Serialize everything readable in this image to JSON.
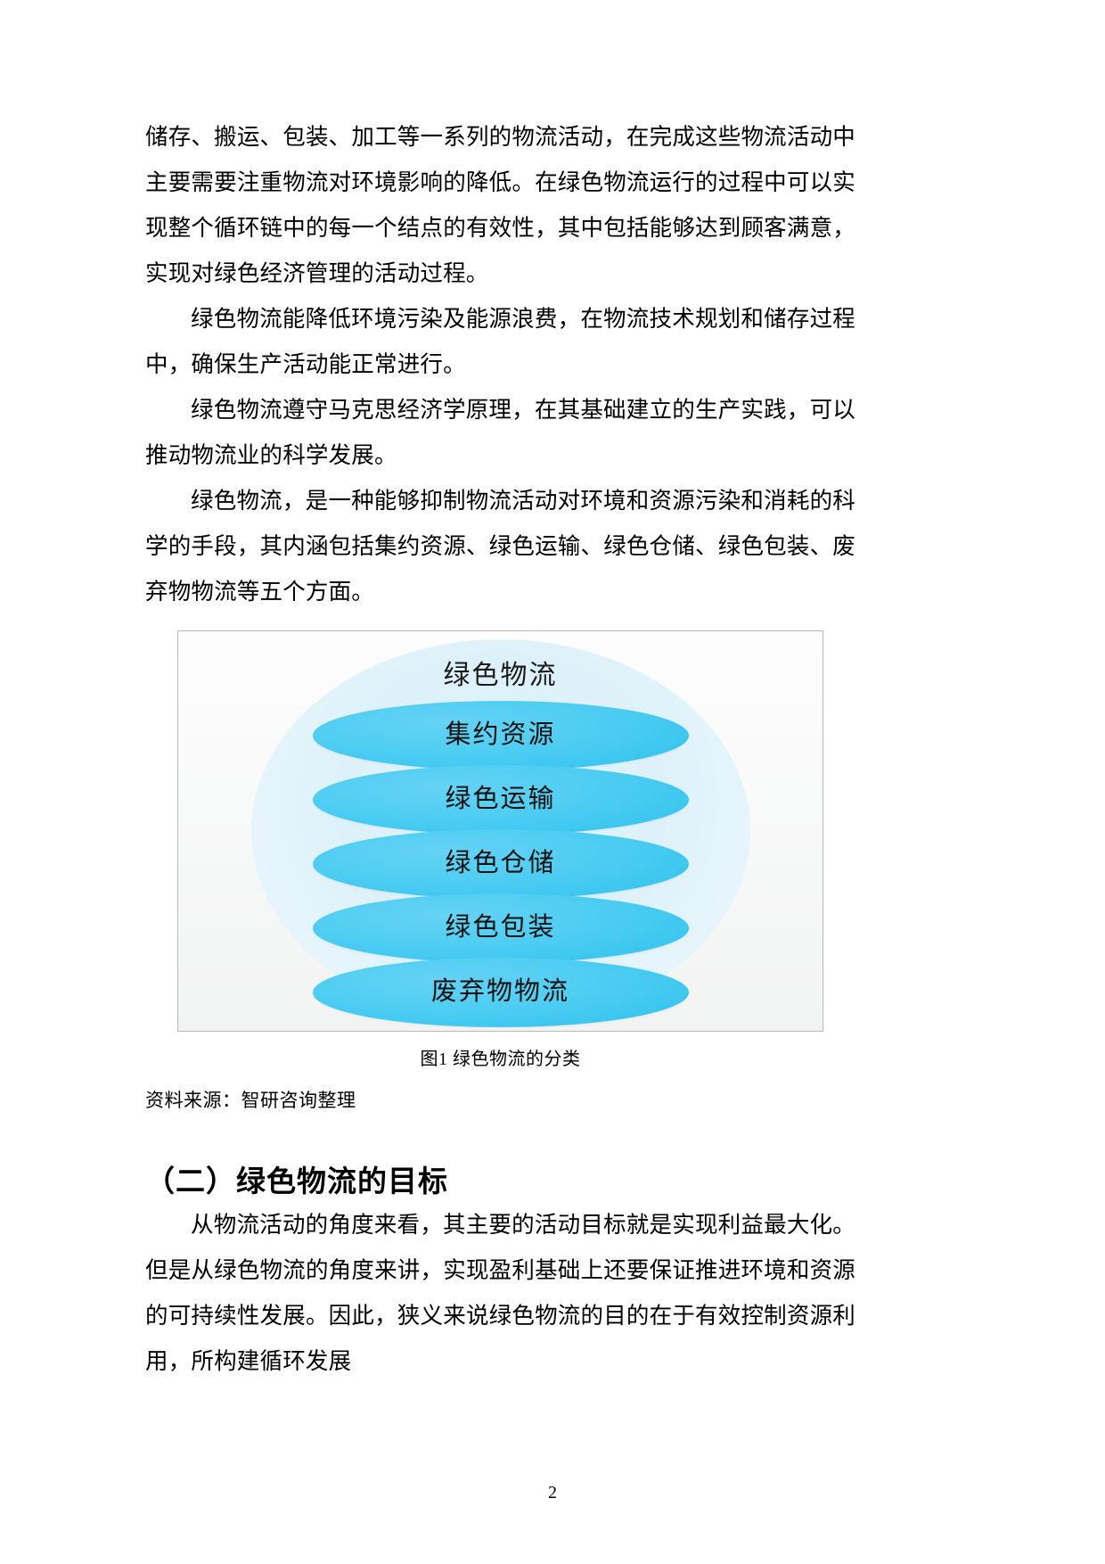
{
  "document": {
    "page_number": "2",
    "paragraphs": [
      {
        "id": "para-1",
        "indent": false,
        "text": "储存、搬运、包装、加工等一系列的物流活动，在完成这些物流活动中主要需要注重物流对环境影响的降低。在绿色物流运行的过程中可以实现整个循环链中的每一个结点的有效性，其中包括能够达到顾客满意，实现对绿色经济管理的活动过程。"
      },
      {
        "id": "para-2",
        "indent": true,
        "text": "绿色物流能降低环境污染及能源浪费，在物流技术规划和储存过程中，确保生产活动能正常进行。"
      },
      {
        "id": "para-3",
        "indent": true,
        "text": "绿色物流遵守马克思经济学原理，在其基础建立的生产实践，可以推动物流业的科学发展。"
      },
      {
        "id": "para-4",
        "indent": true,
        "text": "绿色物流，是一种能够抑制物流活动对环境和资源污染和消耗的科学的手段，其内涵包括集约资源、绿色运输、绿色仓储、绿色包装、废弃物物流等五个方面。"
      }
    ],
    "figure": {
      "title": "绿色物流",
      "items": [
        "集约资源",
        "绿色运输",
        "绿色仓储",
        "绿色包装",
        "废弃物物流"
      ],
      "caption": "图1 绿色物流的分类",
      "source": "资料来源：智研咨询整理",
      "colors": {
        "ellipse_fill": "#4ecdf2",
        "halo_fill": "#ddf1fa",
        "border": "#b9b9b9",
        "text": "#111111"
      }
    },
    "heading": "（二）绿色物流的目标",
    "closing_paragraph": {
      "indent": true,
      "text": "从物流活动的角度来看，其主要的活动目标就是实现利益最大化。但是从绿色物流的角度来讲，实现盈利基础上还要保证推进环境和资源的可持续性发展。因此，狭义来说绿色物流的目的在于有效控制资源利用，所构建循环发展"
    }
  }
}
